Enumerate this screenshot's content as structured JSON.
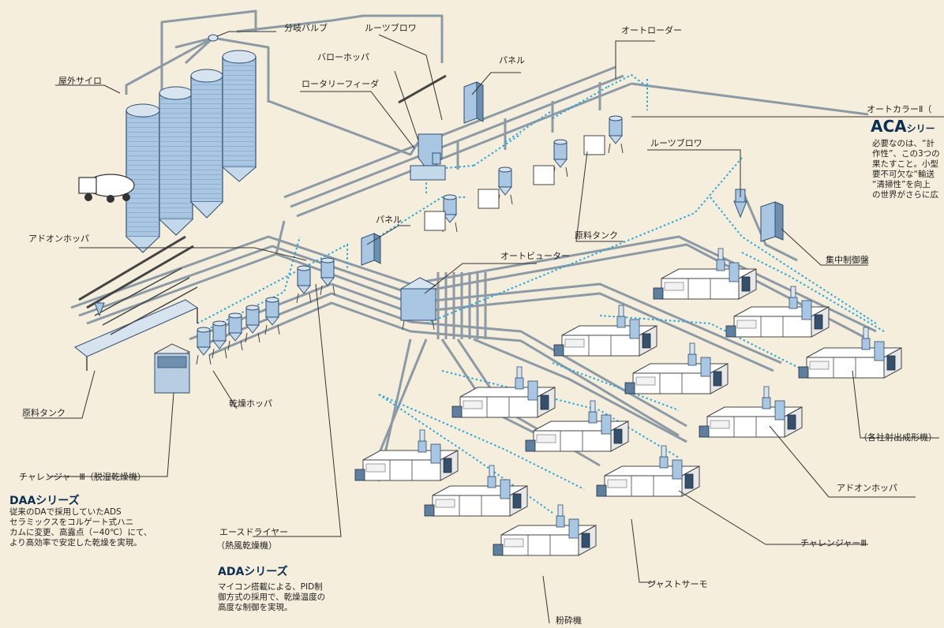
{
  "labels": {
    "bunki_valve": "分岐バルブ",
    "roots_blower_top": "ルーツブロワ",
    "barrow_hopper": "バローホッパ",
    "panel_top": "パネル",
    "rotary_feeder": "ロータリーフィーダ",
    "outdoor_silo": "屋外サイロ",
    "autoloader": "オートローダー",
    "autocolor": "オートカラーⅡ（",
    "roots_blower_right": "ルーツブロワ",
    "panel_mid": "パネル",
    "genryo_tank_right": "原料タンク",
    "addon_hopper_left": "アドオンホッパ",
    "central_control": "集中制御盤",
    "autobuter": "オートビューター",
    "genryo_tank_left": "原料タンク",
    "drying_hopper": "乾燥ホッパ",
    "challenger_left": "チャレンジャーⅢ（脱湿乾燥機）",
    "molding_machines": "（各社射出成形機）",
    "addon_hopper_right": "アドオンホッパ",
    "challenger_right": "チャレンジャーⅢ",
    "just_thermo": "ジャストサーモ",
    "crusher": "粉砕機",
    "ace_dryer_line1": "エースドライヤー",
    "ace_dryer_line2": "（熱風乾燥機）"
  },
  "aca": {
    "title_main": "ACA",
    "title_sub": "シリー",
    "lines": [
      "必要なのは、“計",
      "作性”、この3つの",
      "果たすこと。小型",
      "要不可欠な“輸送",
      "“清掃性”を向上",
      "の世界がさらに広"
    ]
  },
  "daa": {
    "title": "DAAシリーズ",
    "lines": [
      "従来のDAで採用していたADS",
      "セラミックスをコルゲート式ハニ",
      "カムに変更、高露点（−40℃）にて、",
      "より高効率で安定した乾燥を実現。"
    ]
  },
  "ada": {
    "title": "ADAシリーズ",
    "lines": [
      "マイコン搭載による、PID制",
      "御方式の採用で、乾燥温度の",
      "高度な制御を実現。"
    ]
  },
  "colors": {
    "background": "#f6eedc",
    "pipe": "#8c9aa6",
    "vacuum_line": "#2ba8dc",
    "equipment_blue": "#a9c6e3",
    "machine_body": "#ffffff",
    "title_blue": "#0a2f52"
  }
}
